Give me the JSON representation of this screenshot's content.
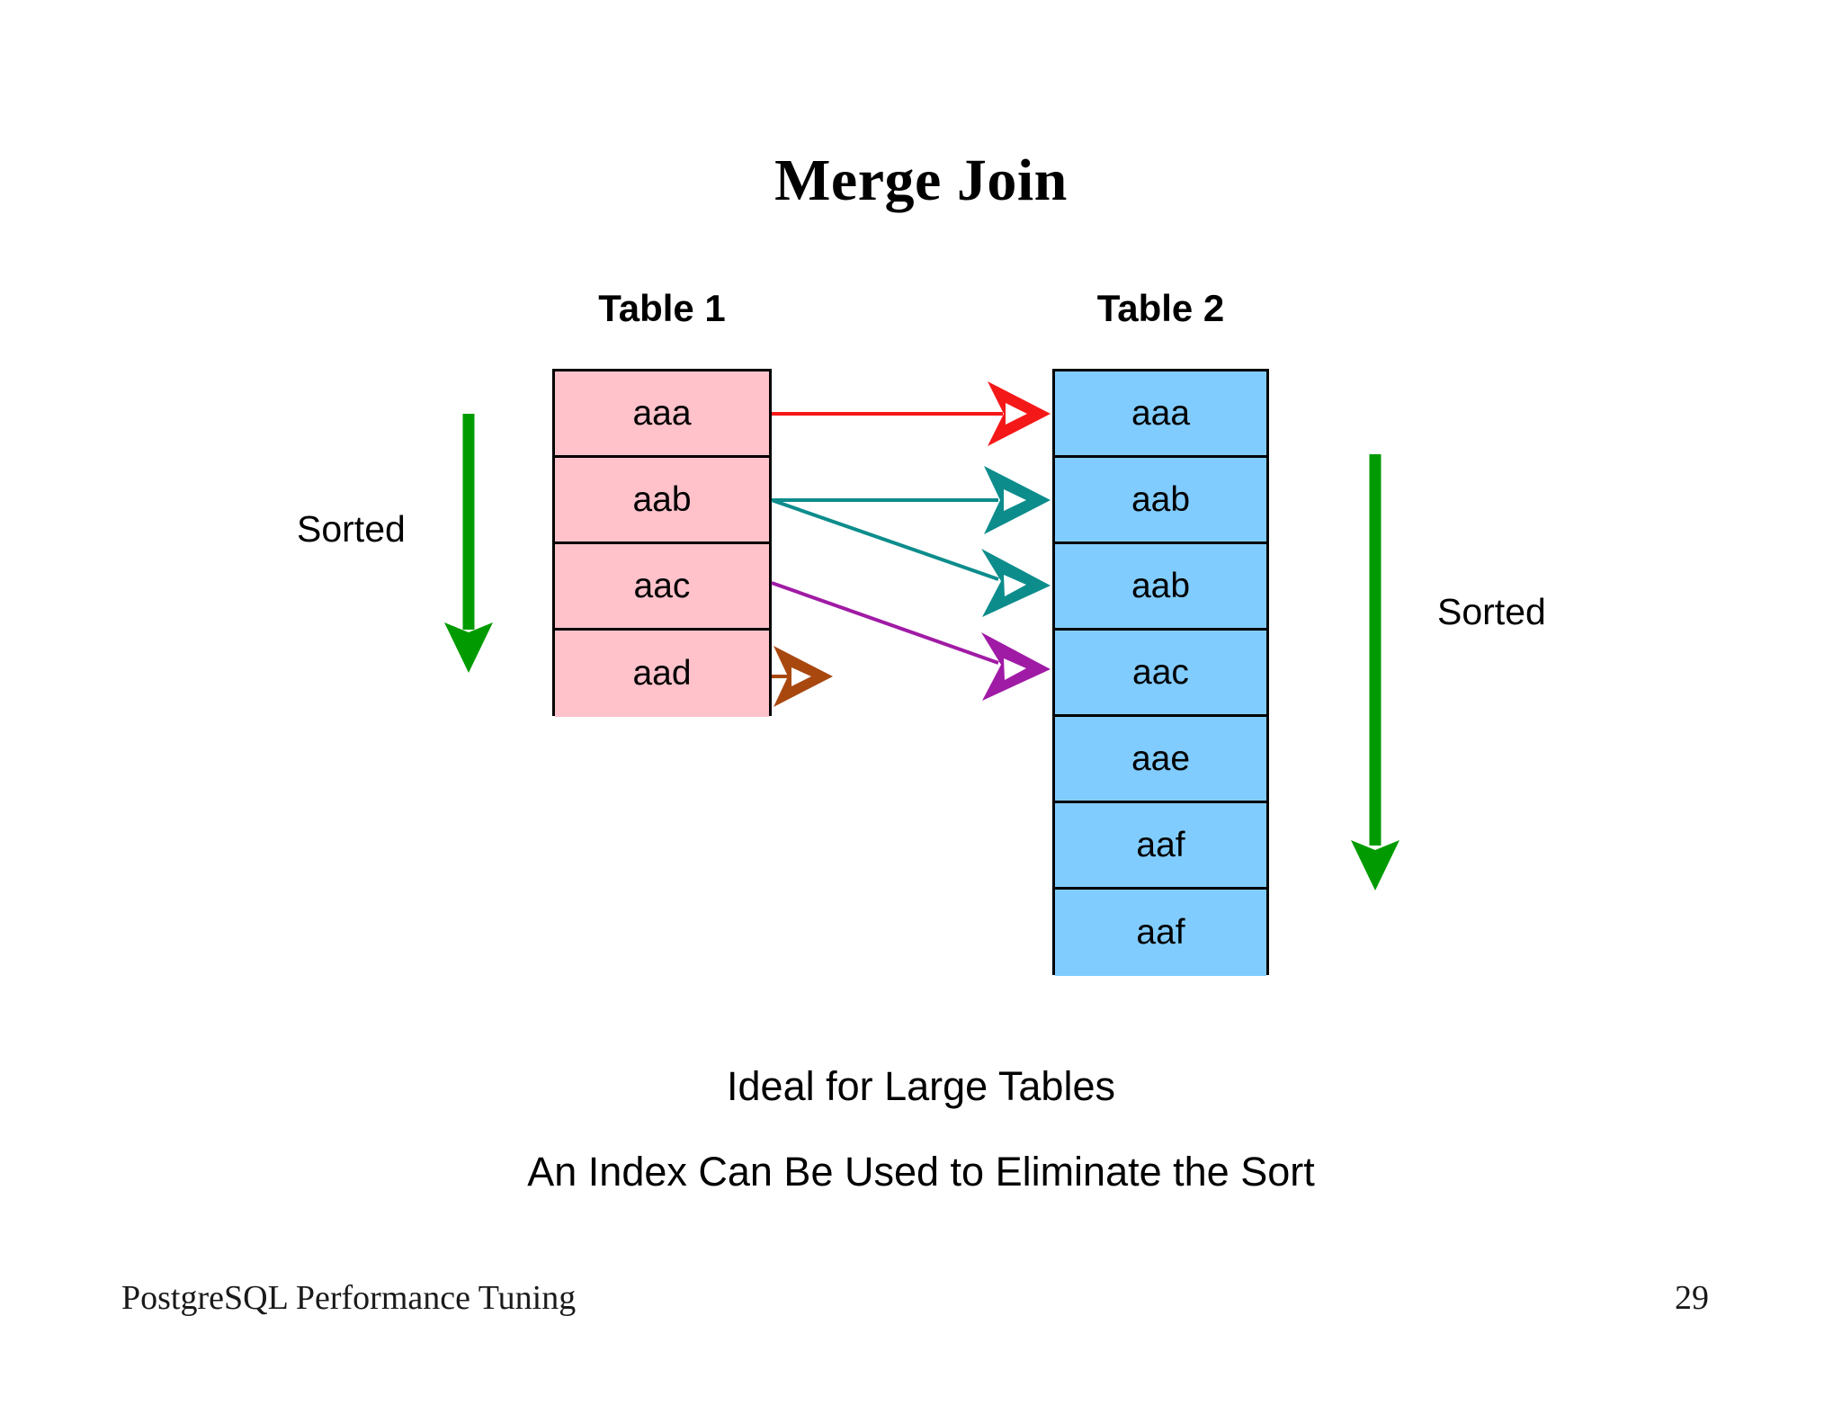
{
  "slide": {
    "title": "Merge Join",
    "background_color": "#ffffff"
  },
  "table1": {
    "heading": "Table 1",
    "fill_color": "#ffc2cb",
    "border_color": "#000000",
    "rows": [
      "aaa",
      "aab",
      "aac",
      "aad"
    ]
  },
  "table2": {
    "heading": "Table 2",
    "fill_color": "#81ccff",
    "border_color": "#000000",
    "rows": [
      "aaa",
      "aab",
      "aab",
      "aac",
      "aae",
      "aaf",
      "aaf"
    ]
  },
  "sorted_left": {
    "label": "Sorted",
    "arrow_color": "#019b01"
  },
  "sorted_right": {
    "label": "Sorted",
    "arrow_color": "#019b01"
  },
  "join_arrows": [
    {
      "name": "aaa-to-aaa",
      "color": "#f51818",
      "from_row": "aaa",
      "to_row": "aaa"
    },
    {
      "name": "aab-to-aab-1",
      "color": "#0d8c8c",
      "from_row": "aab",
      "to_row": "aab"
    },
    {
      "name": "aab-to-aab-2",
      "color": "#0d8c8c",
      "from_row": "aab",
      "to_row": "aab"
    },
    {
      "name": "aac-to-aac",
      "color": "#a01ba5",
      "from_row": "aac",
      "to_row": "aac"
    },
    {
      "name": "aad-unmatched",
      "color": "#a8480f",
      "from_row": "aad",
      "to_row": ""
    }
  ],
  "captions": {
    "line1": "Ideal for Large Tables",
    "line2": "An Index Can Be Used to Eliminate the Sort"
  },
  "footer": {
    "text": "PostgreSQL Performance Tuning",
    "page_number": "29"
  }
}
